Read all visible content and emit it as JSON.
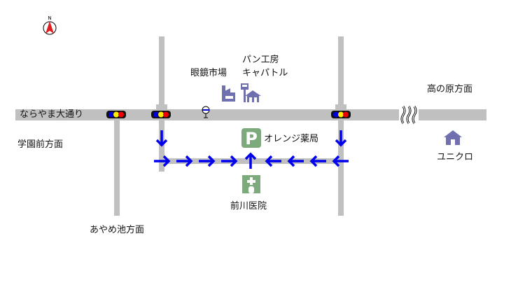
{
  "compass": {
    "label": "N"
  },
  "roads": {
    "main_road": "ならやま大通り"
  },
  "directions": {
    "gakuen": "学園前方面",
    "ayame": "あやめ池方面",
    "takanohara": "高の原方面"
  },
  "landmarks": {
    "megane": "眼鏡市場",
    "pan_line1": "パン工房",
    "pan_line2": "キャパトル",
    "pharmacy": "オレンジ薬局",
    "hospital": "前川医院",
    "uniqlo": "ユニクロ"
  },
  "colors": {
    "road": "#c0c0c0",
    "arrow": "#0000ee",
    "icon_purple": "#7070b0",
    "icon_green": "#7daa7d"
  }
}
